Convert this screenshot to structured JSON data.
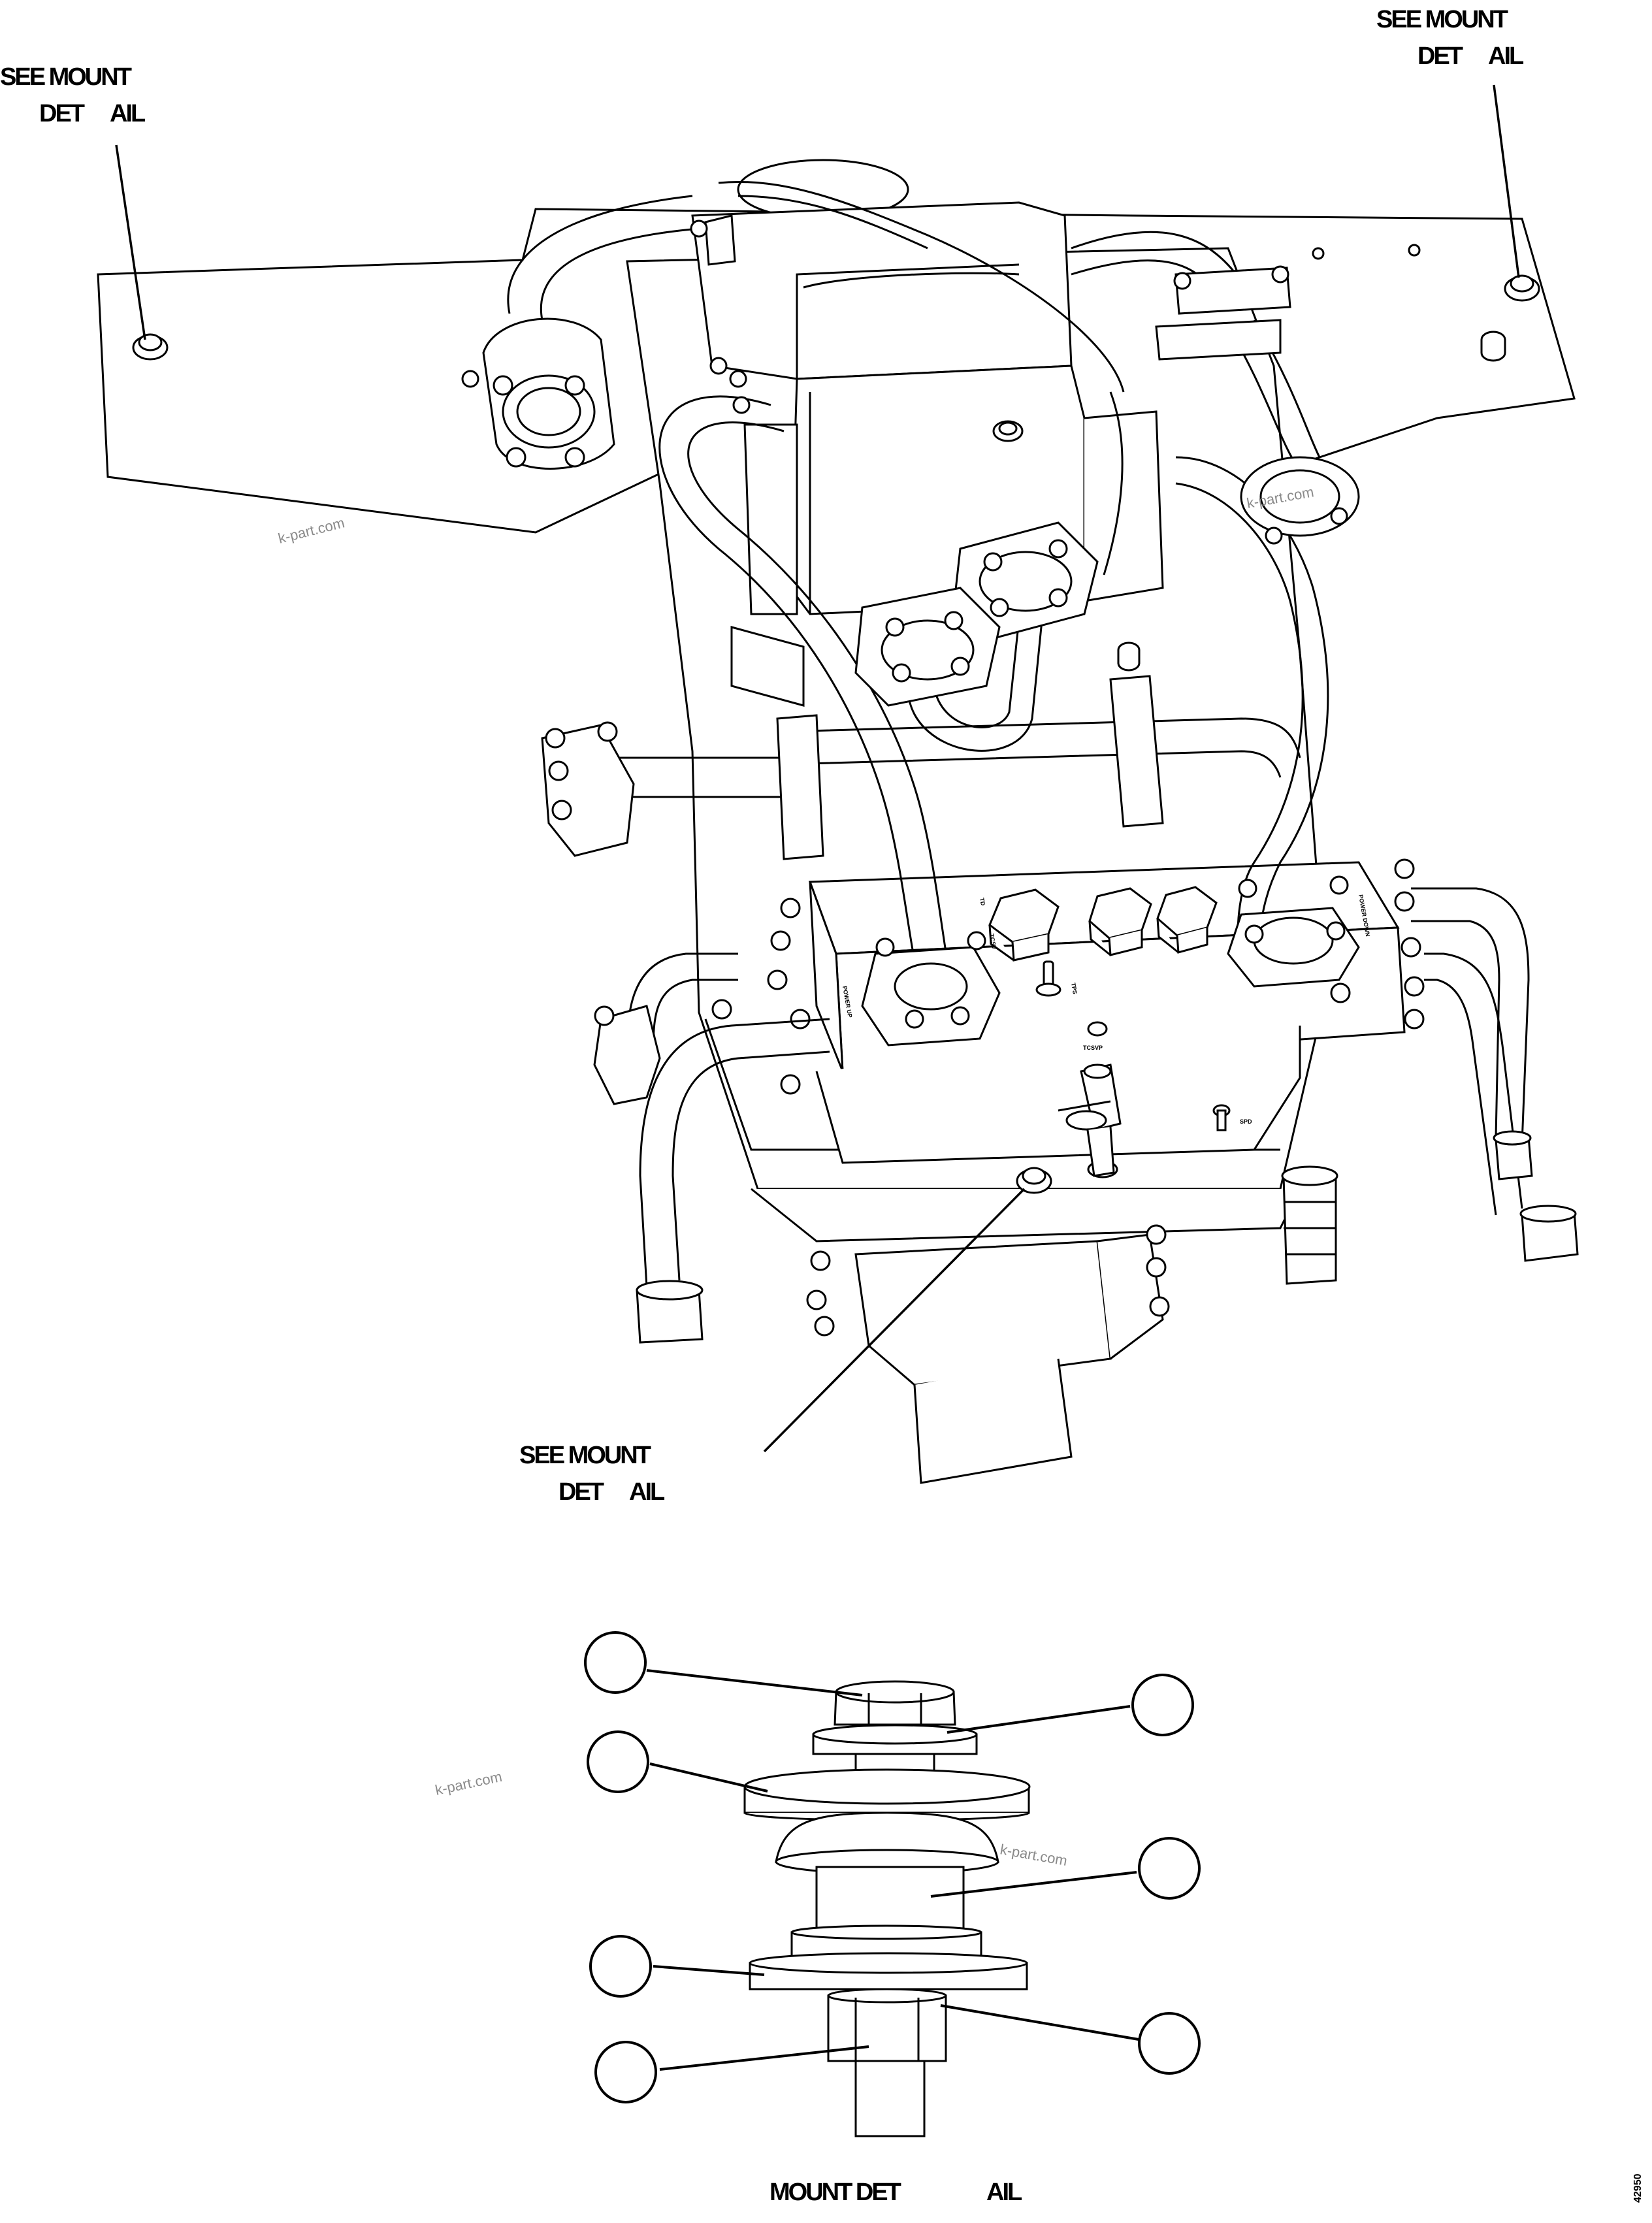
{
  "labels": {
    "top_left_line1": "SEE MOUNT",
    "top_left_det": "DET",
    "top_left_ail": "AIL",
    "top_right_line1": "SEE MOUNT",
    "top_right_det": "DET",
    "top_right_ail": "AIL",
    "center_line1": "SEE MOUNT",
    "center_det": "DET",
    "center_ail": "AIL",
    "bottom_mount_det": "MOUNT DET",
    "bottom_ail": "AIL"
  },
  "valve_marks": {
    "power_down": "POWER DOWN",
    "power_up": "POWER UP",
    "tcsvp": "TCSVP",
    "tcsv": "TCSV",
    "td": "TD",
    "tps": "TPS",
    "spd": "SPD"
  },
  "watermarks": [
    "k-part.com",
    "k-part.com",
    "k-part.com",
    "k-part.com"
  ],
  "drawing_number": "42950",
  "colors": {
    "line": "#000000",
    "background": "#ffffff",
    "watermark": "#8a8a8a"
  }
}
